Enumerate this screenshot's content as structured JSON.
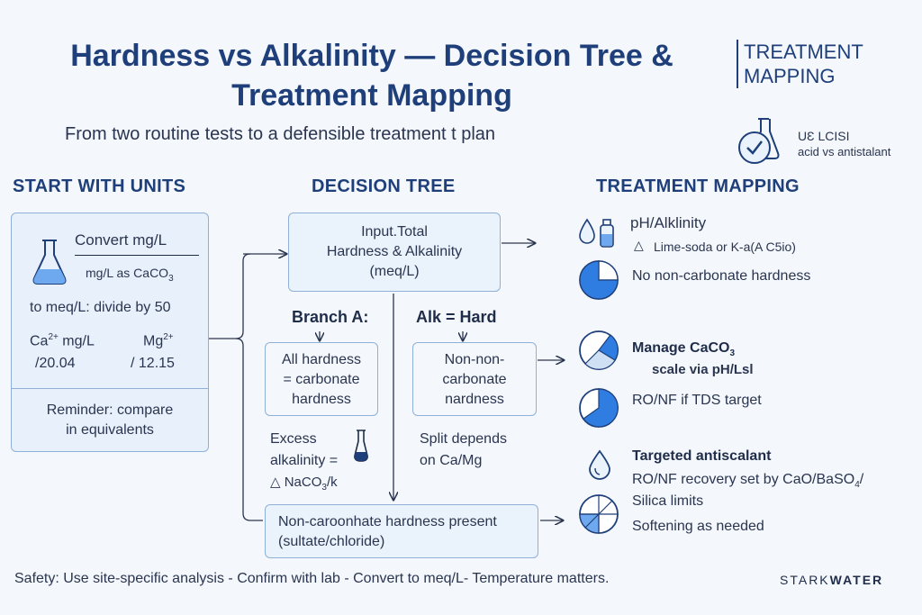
{
  "header": {
    "title_line1": "Hardness vs Alkalinity — Decision Tree &",
    "title_line2": "Treatment Mapping",
    "badge_line1": "TREATMENT",
    "badge_line2": "MAPPING",
    "subtitle": "From two routine tests to a defensible treatment t plan",
    "side_note_line1": "UƐ LCISI",
    "side_note_line2": "acid vs antistalant"
  },
  "units": {
    "heading": "START WITH UNITS",
    "convert": "Convert mg/L",
    "mgl_as": "mg/L as CaCO",
    "mgl_as_sub": "3",
    "to_meq": "to meq/L: divide by 50",
    "ca_label": "Ca",
    "ca_sup": "2+",
    "ca_unit": " mg/L",
    "ca_div": "/20.04",
    "mg_label": "Mg",
    "mg_sup": "2+",
    "mg_div": "/ 12.15",
    "reminder_line1": "Reminder: compare",
    "reminder_line2": "in equivalents"
  },
  "tree": {
    "heading": "DECISION TREE",
    "input_line1": "Input.Total",
    "input_line2": "Hardness & Alkalinity",
    "input_line3": "(meq/L)",
    "branch_a": "Branch A:",
    "alk_hard": "Alk = Hard",
    "all_hardness_line1": "All hardness",
    "all_hardness_line2": "= carbonate",
    "all_hardness_line3": "hardness",
    "non_line1": "Non-non-",
    "non_line2": "carbonate",
    "non_line3": "nardness",
    "excess_line1": "Excess",
    "excess_line2": "alkalinity =",
    "excess_line3": "NaCO",
    "excess_sub": "3",
    "excess_tail": "/k",
    "split_line1": "Split depends",
    "split_line2": "on Ca/Mg",
    "noncarb_line1": "Non-caroonhate hardness present",
    "noncarb_line2": "(sultate/chloride)"
  },
  "treatment": {
    "heading": "TREATMENT MAPPING",
    "ph_alk": "pH/Alklinity",
    "lime_soda": "Lime-soda or K-a(A C5io)",
    "no_noncarb": "No non-carbonate hardness",
    "manage_line1": "Manage CaCO",
    "manage_sub": "3",
    "manage_line2": "scale via pH/Lsl",
    "ro_nf": "RO/NF if TDS target",
    "targeted": "Targeted antiscalant",
    "ro_recovery": "RO/NF recovery set by CaO/BaSO",
    "ro_recovery_sub": "4",
    "ro_recovery_tail": "/",
    "silica": "Silica limits",
    "softening": "Softening as needed"
  },
  "footer": {
    "safety": "Safety:  Use site-specific analysis - Confirm with lab - Convert to meq/L- Temperature matters.",
    "brand_a": "STARK",
    "brand_b": "WATER"
  },
  "colors": {
    "primary": "#1f3f7a",
    "accent": "#2f7de0",
    "box_border": "#8fb0d8",
    "box_fill": "#e8f0fb"
  }
}
